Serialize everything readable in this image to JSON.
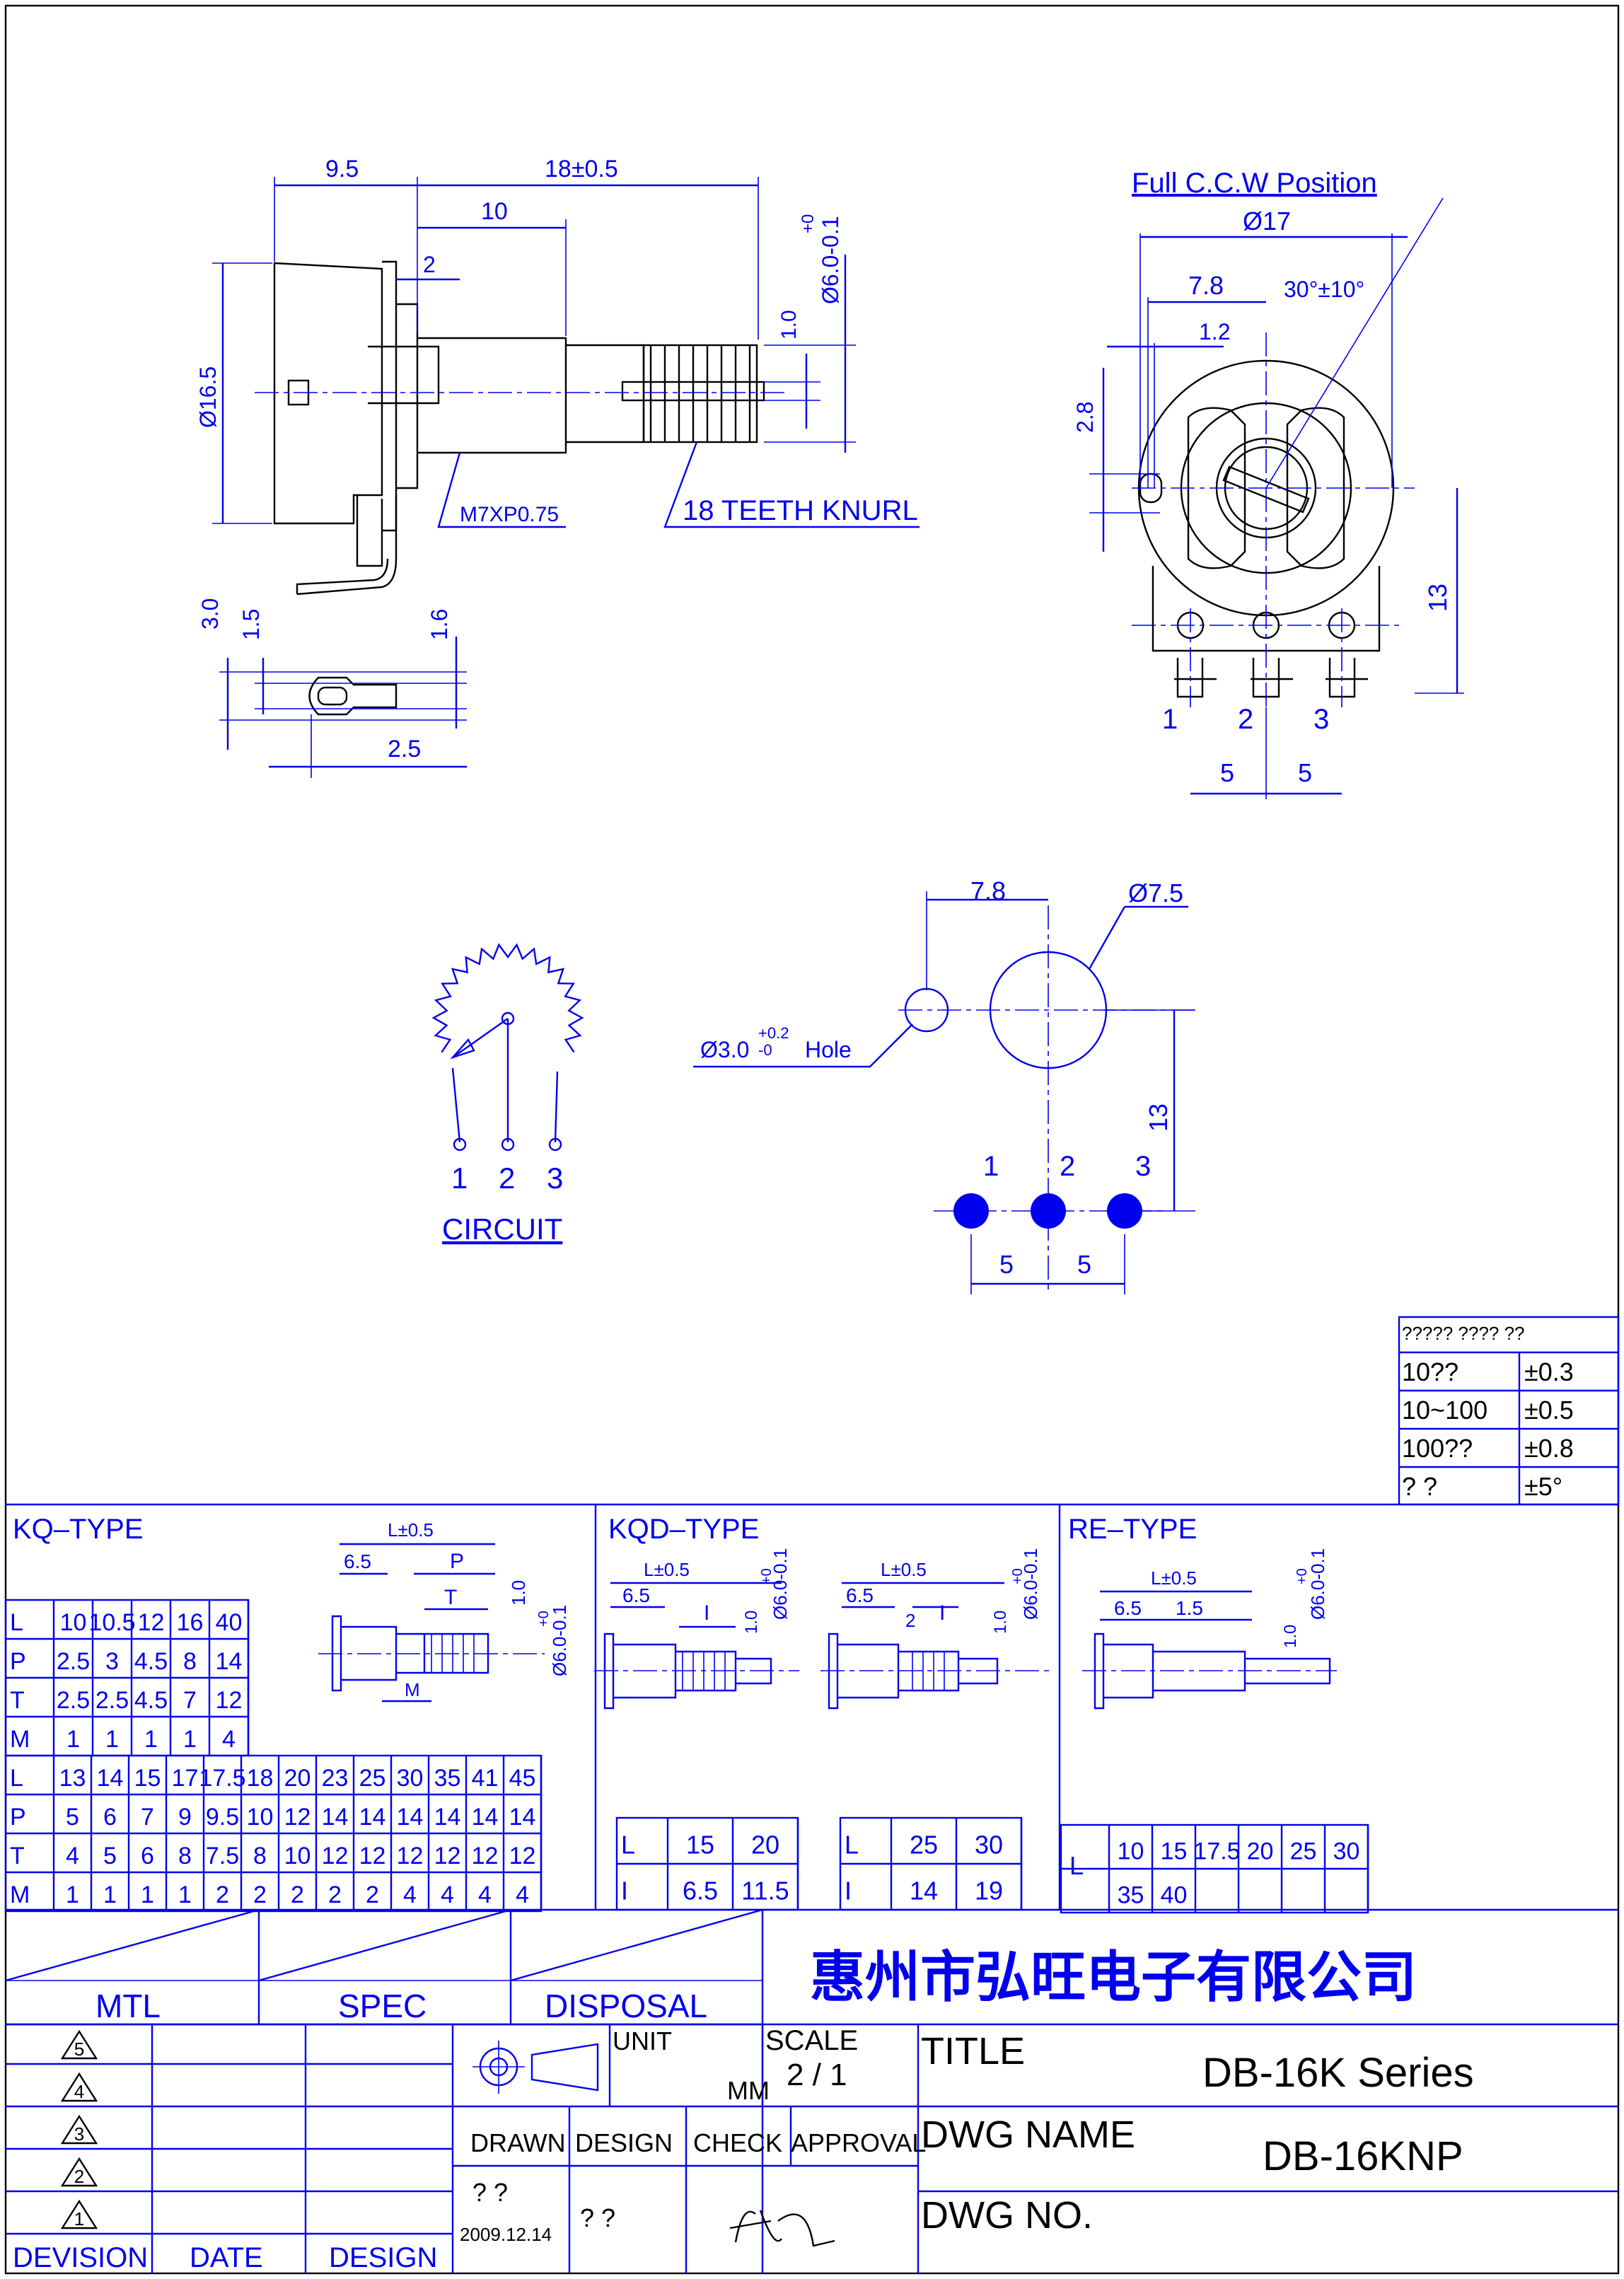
{
  "company": "惠州市弘旺电子有限公司",
  "title_block": {
    "title_label": "TITLE",
    "title_value": "DB-16K  Series",
    "dwg_name_label": "DWG  NAME",
    "dwg_name_value": "DB-16KNP",
    "dwg_no_label": "DWG  NO.",
    "unit_label": "UNIT",
    "unit_value": "MM",
    "scale_label": "SCALE",
    "scale_value": "2 / 1",
    "mtl": "MTL",
    "spec": "SPEC",
    "disposal": "DISPOSAL",
    "drawn": "DRAWN",
    "design": "DESIGN",
    "check": "CHECK",
    "approval": "APPROVAL",
    "drawn_by": "? ?",
    "drawn_date": "2009.12.14",
    "design_by": "? ?",
    "revisions": [
      "5",
      "4",
      "3",
      "2",
      "1"
    ],
    "revision_headers": [
      "DEVISION",
      "DATE",
      "DESIGN"
    ]
  },
  "tolerance_table": {
    "header": "?????  ???? ??",
    "rows": [
      [
        "10??",
        "±0.3"
      ],
      [
        "10~100",
        "±0.5"
      ],
      [
        "100??",
        "±0.8"
      ],
      [
        "?   ?",
        "±5°"
      ]
    ]
  },
  "views": {
    "side": {
      "dims": [
        "9.5",
        "18±0.5",
        "10",
        "2",
        "+0",
        "Ø6.0-0.1",
        "1.0",
        "Ø16.5",
        "M7XP0.75",
        "18  TEETH  KNURL"
      ],
      "pin": [
        "3.0",
        "1.5",
        "1.6",
        "2.5"
      ]
    },
    "front": {
      "dims": [
        "Full  C.C.W  Position",
        "Ø17",
        "7.8",
        "30°±10°",
        "1.2",
        "2.8",
        "13",
        "5",
        "5"
      ],
      "pins": [
        "1",
        "2",
        "3"
      ]
    },
    "circuit": {
      "label": "CIRCUIT",
      "pins": [
        "1",
        "2",
        "3"
      ]
    },
    "pcb": {
      "dims": [
        "7.8",
        "Ø7.5",
        "Ø3.0",
        "+0.2",
        "-0",
        "Hole",
        "13",
        "5",
        "5"
      ],
      "pins": [
        "1",
        "2",
        "3"
      ]
    }
  },
  "kq_type": {
    "label": "KQ–TYPE",
    "drawing": [
      "L±0.5",
      "6.5",
      "P",
      "T",
      "M",
      "1.0",
      "+0",
      "Ø6.0-0.1"
    ],
    "table1": {
      "L": [
        "10",
        "10.5",
        "12",
        "16",
        "40"
      ],
      "P": [
        "2.5",
        "3",
        "4.5",
        "8",
        "14"
      ],
      "T": [
        "2.5",
        "2.5",
        "4.5",
        "7",
        "12"
      ],
      "M": [
        "1",
        "1",
        "1",
        "1",
        "4"
      ]
    },
    "table2": {
      "L": [
        "13",
        "14",
        "15",
        "17",
        "17.5",
        "18",
        "20",
        "23",
        "25",
        "30",
        "35",
        "41",
        "45"
      ],
      "P": [
        "5",
        "6",
        "7",
        "9",
        "9.5",
        "10",
        "12",
        "14",
        "14",
        "14",
        "14",
        "14",
        "14"
      ],
      "T": [
        "4",
        "5",
        "6",
        "8",
        "7.5",
        "8",
        "10",
        "12",
        "12",
        "12",
        "12",
        "12",
        "12"
      ],
      "M": [
        "1",
        "1",
        "1",
        "1",
        "2",
        "2",
        "2",
        "2",
        "2",
        "4",
        "4",
        "4",
        "4"
      ]
    }
  },
  "kqd_type": {
    "label": "KQD–TYPE",
    "drawing": [
      "L±0.5",
      "6.5",
      "I",
      "1.0",
      "+0",
      "Ø6.0-0.1",
      "L±0.5",
      "6.5",
      "2",
      "I",
      "1.0",
      "+0",
      "Ø6.0-0.1"
    ],
    "table1": {
      "L": [
        "15",
        "20"
      ],
      "I": [
        "6.5",
        "11.5"
      ]
    },
    "table2": {
      "L": [
        "25",
        "30"
      ],
      "I": [
        "14",
        "19"
      ]
    }
  },
  "re_type": {
    "label": "RE–TYPE",
    "drawing": [
      "L±0.5",
      "6.5",
      "1.5",
      "1.0",
      "+0",
      "Ø6.0-0.1"
    ],
    "table": {
      "L": [
        "10",
        "15",
        "17.5",
        "20",
        "25",
        "30"
      ],
      "I": [
        "35",
        "40"
      ],
      "L_label": "L"
    }
  },
  "colors": {
    "ink": "#0000ee",
    "black": "#000000"
  }
}
